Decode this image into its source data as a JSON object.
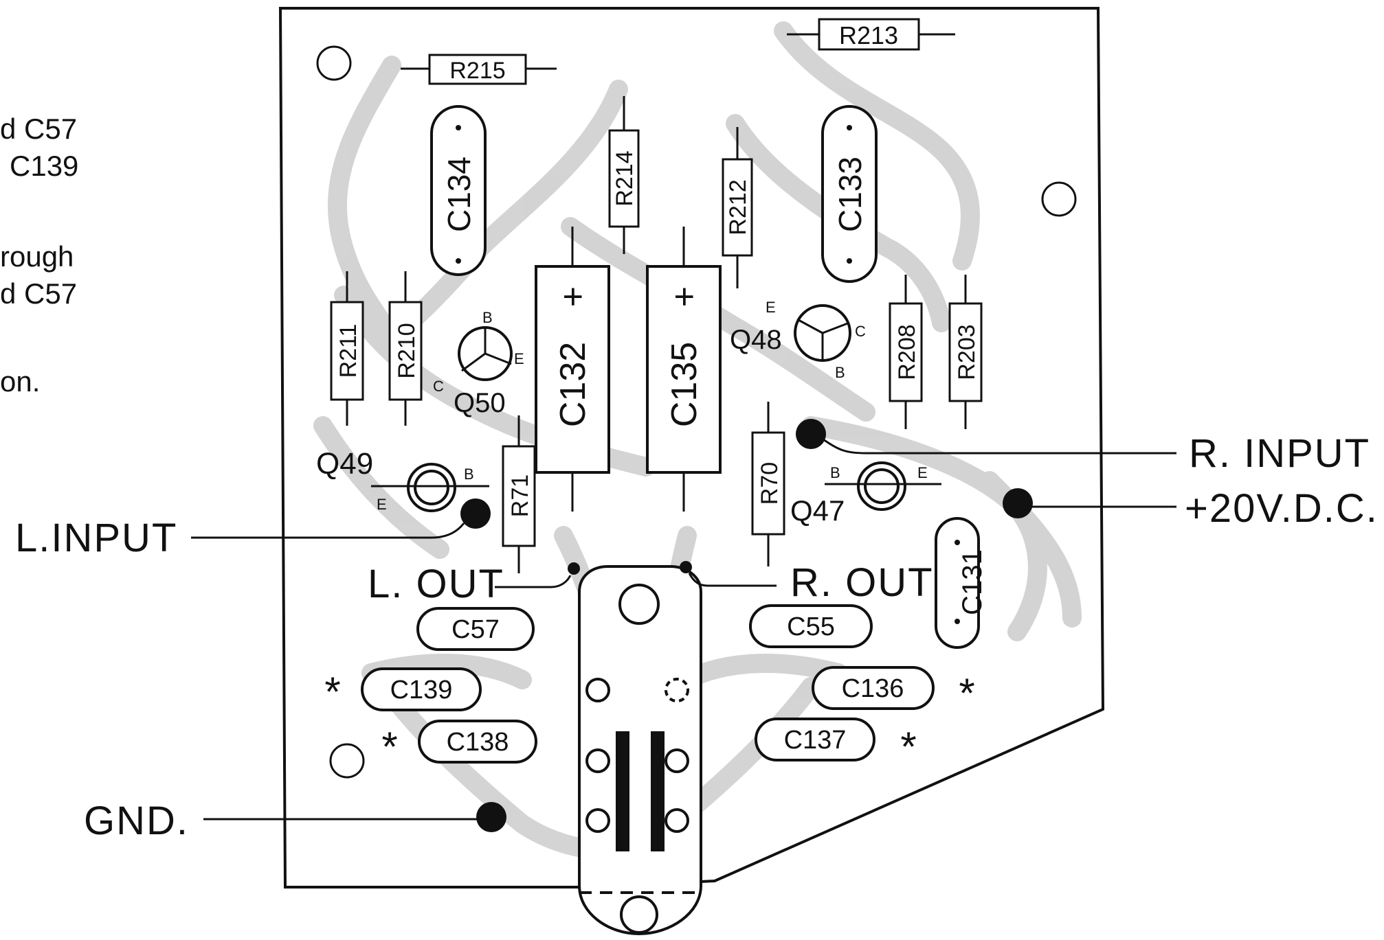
{
  "notes": {
    "line1": "d C57",
    "line2": "C139",
    "line3": "rough",
    "line4": "d C57",
    "line5": "on."
  },
  "external_labels": {
    "l_input": "L.INPUT",
    "r_input": "R. INPUT",
    "power": "+20V.D.C.",
    "gnd": "GND.",
    "l_out": "L. OUT",
    "r_out": "R. OUT"
  },
  "resistors": {
    "r215": "R215",
    "r213": "R213",
    "r214": "R214",
    "r212": "R212",
    "r211": "R211",
    "r210": "R210",
    "r208": "R208",
    "r203": "R203",
    "r71": "R71",
    "r70": "R70"
  },
  "capacitors": {
    "c134": "C134",
    "c133": "C133",
    "c132": "C132",
    "c135": "C135",
    "c131": "C131",
    "c57": "C57",
    "c55": "C55",
    "c139": "C139",
    "c136": "C136",
    "c138": "C138",
    "c137": "C137",
    "plus": "+"
  },
  "transistors": {
    "q50": "Q50",
    "q48": "Q48",
    "q49": "Q49",
    "q47": "Q47",
    "pin_b": "B",
    "pin_c": "C",
    "pin_e": "E"
  },
  "markers": {
    "asterisk": "*"
  },
  "colors": {
    "ink": "#111111",
    "trace": "#c8c8c8",
    "board": "#ffffff"
  }
}
